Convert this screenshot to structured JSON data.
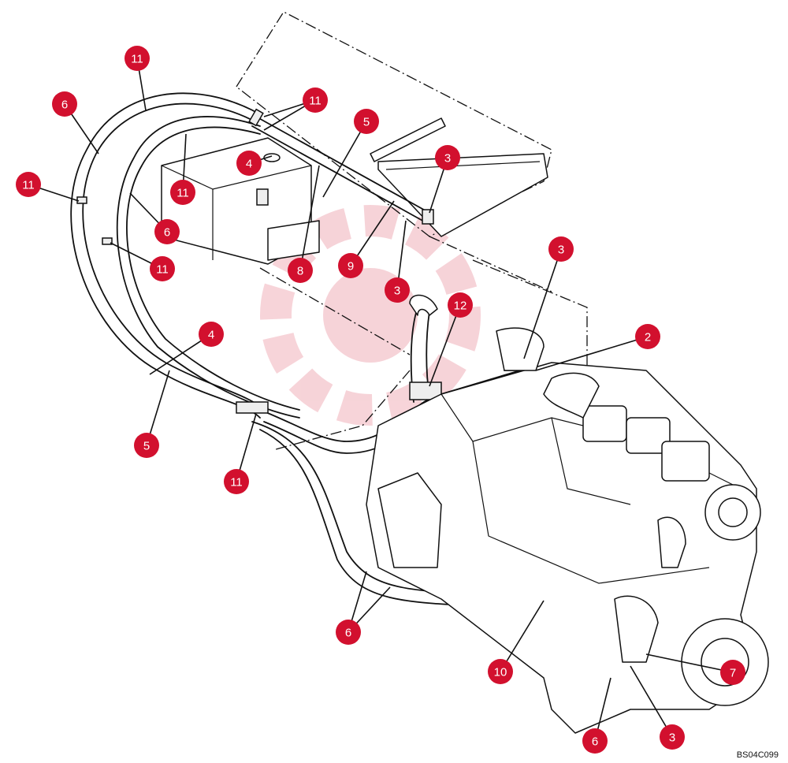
{
  "figure": {
    "reference_code": "BS04C099"
  },
  "callouts": [
    {
      "label": "11"
    },
    {
      "label": "6"
    },
    {
      "label": "11"
    },
    {
      "label": "11"
    },
    {
      "label": "6"
    },
    {
      "label": "11"
    },
    {
      "label": "4"
    },
    {
      "label": "5"
    },
    {
      "label": "3"
    },
    {
      "label": "9"
    },
    {
      "label": "8"
    },
    {
      "label": "3"
    },
    {
      "label": "3"
    },
    {
      "label": "12"
    },
    {
      "label": "2"
    },
    {
      "label": "4"
    },
    {
      "label": "5"
    },
    {
      "label": "11"
    },
    {
      "label": "11"
    },
    {
      "label": "6"
    },
    {
      "label": "10"
    },
    {
      "label": "7"
    },
    {
      "label": "6"
    },
    {
      "label": "3"
    }
  ],
  "colors": {
    "callout_fill": "#d2102e",
    "callout_text": "#ffffff",
    "line": "#111111"
  }
}
